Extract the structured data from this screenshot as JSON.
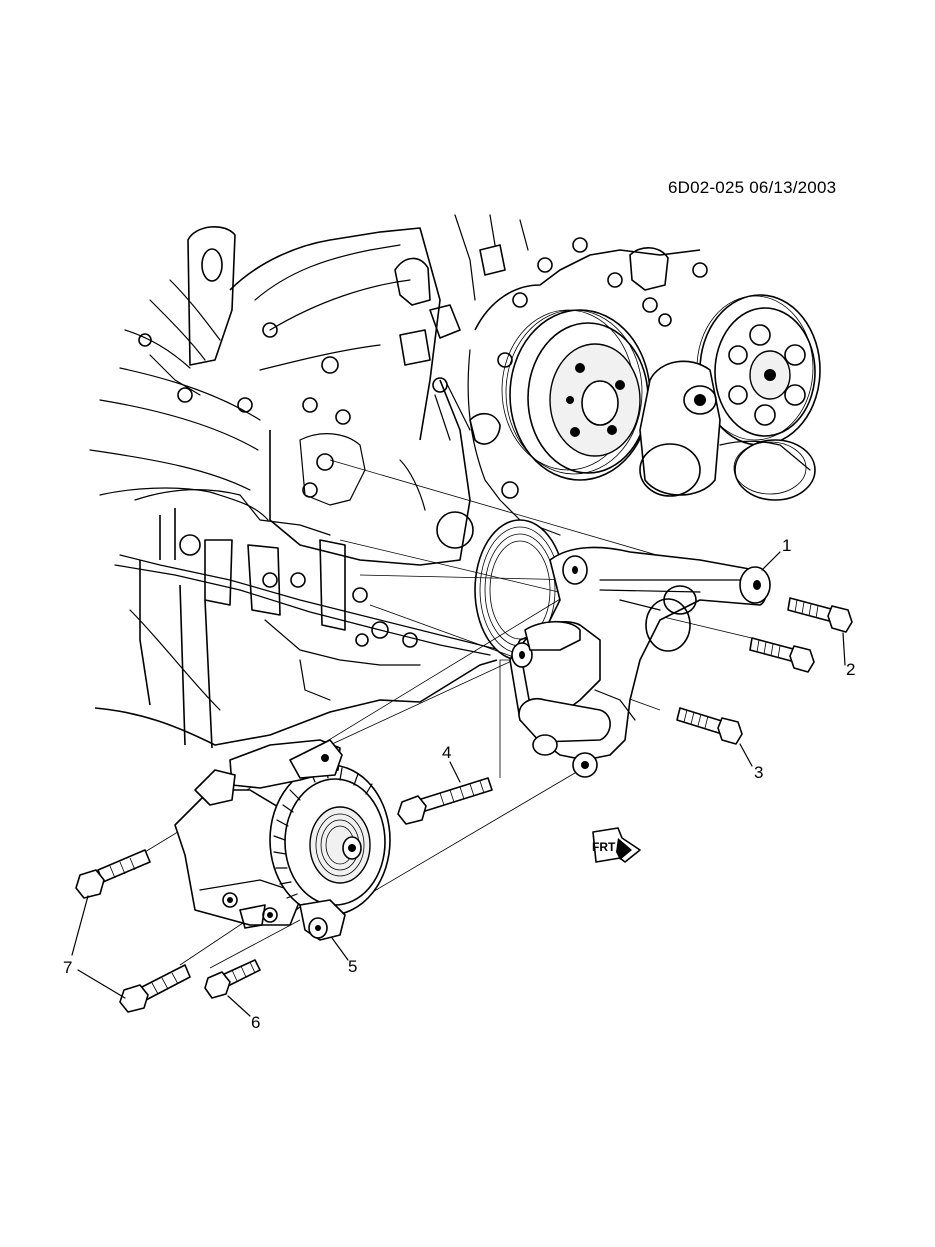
{
  "header": {
    "doc_id": "6D02-025  06/13/2003"
  },
  "callouts": [
    {
      "id": "1",
      "text": "1"
    },
    {
      "id": "2",
      "text": "2"
    },
    {
      "id": "3",
      "text": "3"
    },
    {
      "id": "4",
      "text": "4"
    },
    {
      "id": "5",
      "text": "5"
    },
    {
      "id": "6",
      "text": "6"
    },
    {
      "id": "7",
      "text": "7"
    }
  ],
  "front_indicator": {
    "text": "FRT"
  }
}
